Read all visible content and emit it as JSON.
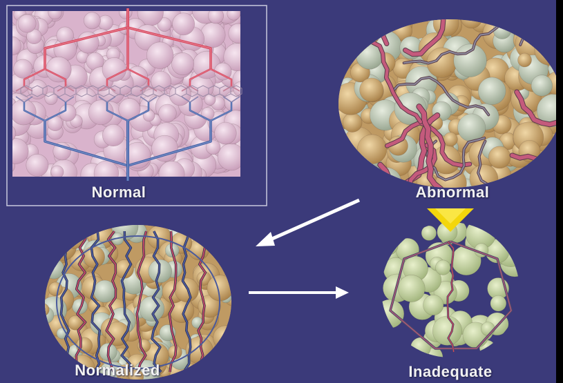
{
  "panels": {
    "normal": {
      "label": "Normal"
    },
    "abnormal": {
      "label": "Abnormal"
    },
    "normalized": {
      "label": "Normalized"
    },
    "inadequate": {
      "label": "Inadequate"
    }
  },
  "colors": {
    "background": "#3b3a7a",
    "normal_tissue": "#e6c6dc",
    "tumor_tissue": "#c9a46a",
    "sparse_tissue": "#c5d9a0",
    "artery": "#d8425a",
    "vein": "#3f5fa8",
    "arrow_white": "#ffffff",
    "arrow_yellow": "#f3d60c"
  },
  "icons": [
    "arrow-down-left-icon",
    "arrow-right-icon",
    "arrow-down-icon"
  ]
}
